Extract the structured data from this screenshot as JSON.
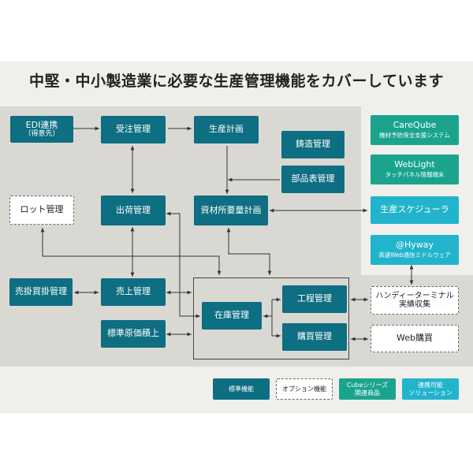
{
  "title": "中堅・中小製造業に必要な生産管理機能をカバーしています",
  "boxes": {
    "edi": {
      "line1": "EDI連携",
      "line2": "（得意先）"
    },
    "order": "受注管理",
    "plan": "生産計画",
    "casting": "鋳造管理",
    "bom": "部品表管理",
    "lot": "ロット管理",
    "shipping": "出荷管理",
    "mrp": "資材所要量計画",
    "ar_ap": "売掛買掛管理",
    "sales": "売上管理",
    "inventory": "在庫管理",
    "process": "工程管理",
    "purchase": "購買管理",
    "costing": "標準原価積上",
    "careqube": {
      "name": "CareQube",
      "desc": "機材予防保全支援システム"
    },
    "weblight": {
      "name": "WebLight",
      "desc": "タッチパネル情報端末"
    },
    "scheduler": "生産スケジューラ",
    "hyway": {
      "name": "@Hyway",
      "desc": "高速Web通信ミドルウェア"
    },
    "handy": {
      "line1": "ハンディーターミナル",
      "line2": "実績収集"
    },
    "webpurchase": "Web購買"
  },
  "legend": {
    "standard": "標準機能",
    "option": "オプション機能",
    "cube": {
      "line1": "Cubeシリーズ",
      "line2": "関連商品"
    },
    "linkable": {
      "line1": "連携可能",
      "line2": "ソリューション"
    }
  },
  "colors": {
    "standard": "#0e6e82",
    "cube_series": "#1aa48e",
    "linkable": "#22b4cc",
    "area": "#dad8d3",
    "panel": "#f0efec"
  }
}
